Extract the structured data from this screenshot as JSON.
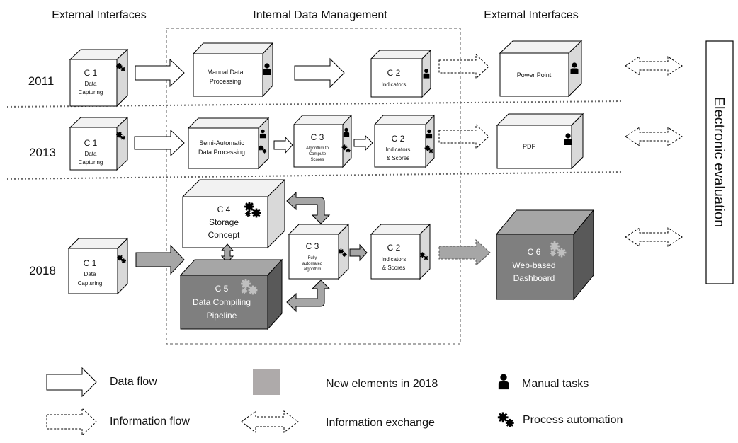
{
  "headers": {
    "left": "External Interfaces",
    "middle": "Internal Data Management",
    "right": "External Interfaces"
  },
  "years": [
    "2011",
    "2013",
    "2018"
  ],
  "side_panel": {
    "label": "Electronic evaluation"
  },
  "boxes": {
    "c1_2011": {
      "code": "C 1",
      "line1": "Data",
      "line2": "Capturing"
    },
    "manual_processing": {
      "line1": "Manual Data",
      "line2": "Processing"
    },
    "c2_2011": {
      "code": "C 2",
      "line1": "Indicators"
    },
    "powerpoint": {
      "line1": "Power Point"
    },
    "c1_2013": {
      "code": "C 1",
      "line1": "Data",
      "line2": "Capturing"
    },
    "semi_auto": {
      "line1": "Semi-Automatic",
      "line2": "Data Processing"
    },
    "c3_2013": {
      "code": "C 3",
      "line1": "Algorithm to",
      "line2": "Compute",
      "line3": "Scores"
    },
    "c2_2013": {
      "code": "C 2",
      "line1": "Indicators",
      "line2": "& Scores"
    },
    "pdf": {
      "line1": "PDF"
    },
    "c4": {
      "code": "C 4",
      "line1": "Storage",
      "line2": "Concept"
    },
    "c5": {
      "code": "C 5",
      "line1": "Data Compiling",
      "line2": "Pipeline"
    },
    "c1_2018": {
      "code": "C 1",
      "line1": "Data",
      "line2": "Capturing"
    },
    "c3_2018": {
      "code": "C 3",
      "line1": "Fully",
      "line2": "automated",
      "line3": "algorithm"
    },
    "c2_2018": {
      "code": "C 2",
      "line1": "Indicators",
      "line2": "& Scores"
    },
    "c6": {
      "code": "C 6",
      "line1": "Web-based",
      "line2": "Dashboard"
    }
  },
  "legend": {
    "data_flow": "Data flow",
    "information_flow": "Information flow",
    "new_elements": "New elements in 2018",
    "information_exchange": "Information exchange",
    "manual_tasks": "Manual tasks",
    "process_automation": "Process automation"
  },
  "colors": {
    "box_front": "#ffffff",
    "box_side": "#d9d9d9",
    "box_top": "#f2f2f2",
    "new_front": "#7f7f7f",
    "new_side": "#595959",
    "new_top": "#a6a6a6",
    "new_arrow": "#a6a6a6",
    "new_legend": "#aeaaaa",
    "stroke": "#000000"
  }
}
